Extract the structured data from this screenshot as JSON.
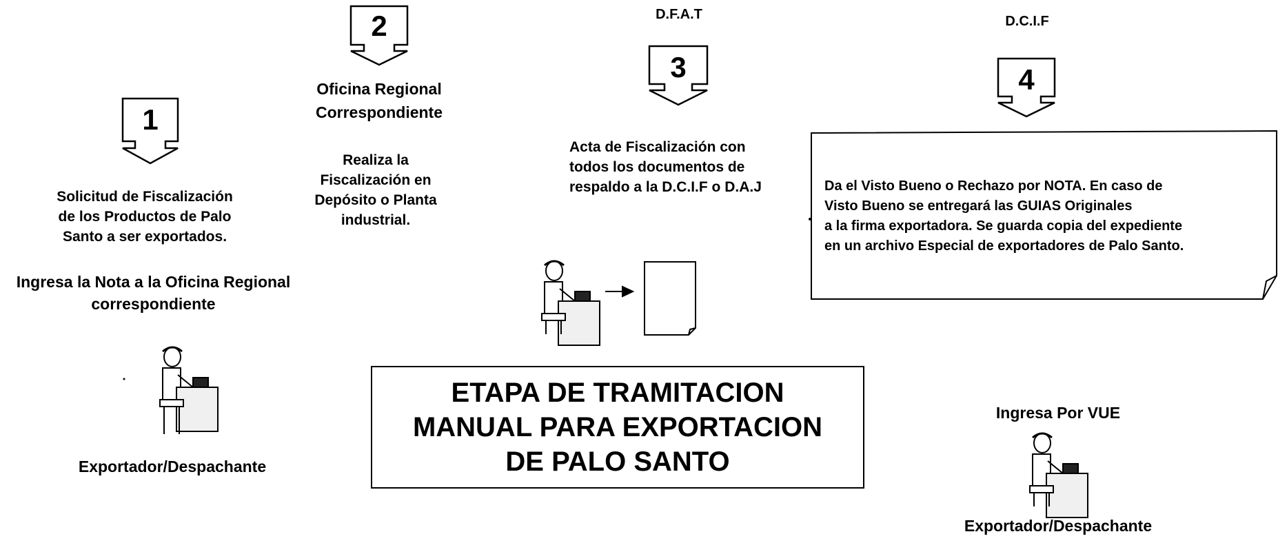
{
  "title": {
    "lines": [
      "ETAPA DE TRAMITACION",
      "MANUAL PARA EXPORTACION",
      "DE PALO SANTO"
    ]
  },
  "steps": [
    {
      "number": "1",
      "agency": "",
      "lines": [
        "Solicitud de Fiscalización",
        "de los Productos de Palo",
        "Santo a ser exportados."
      ]
    },
    {
      "number": "2",
      "agency": "",
      "heading": [
        "Oficina Regional",
        "Correspondiente"
      ],
      "lines": [
        "Realiza la",
        "Fiscalización en",
        "Depósito o Planta",
        "industrial."
      ]
    },
    {
      "number": "3",
      "agency": "D.F.A.T",
      "lines": [
        "Acta de Fiscalización con",
        "todos los documentos de",
        "respaldo a la D.C.I.F o D.A.J"
      ]
    },
    {
      "number": "4",
      "agency": "D.C.I.F",
      "lines": [
        "Da el Visto Bueno o Rechazo por NOTA. En caso de",
        "Visto Bueno se entregará las GUIAS Originales",
        "a la firma exportadora. Se guarda copia del expediente",
        "en un  archivo Especial de exportadores de Palo Santo."
      ]
    }
  ],
  "ingresa_nota": [
    "Ingresa la Nota a la Oficina Regional",
    "correspondiente"
  ],
  "actors": {
    "left": "Exportador/Despachante",
    "right_heading": "Ingresa Por VUE",
    "right": "Exportador/Despachante"
  }
}
